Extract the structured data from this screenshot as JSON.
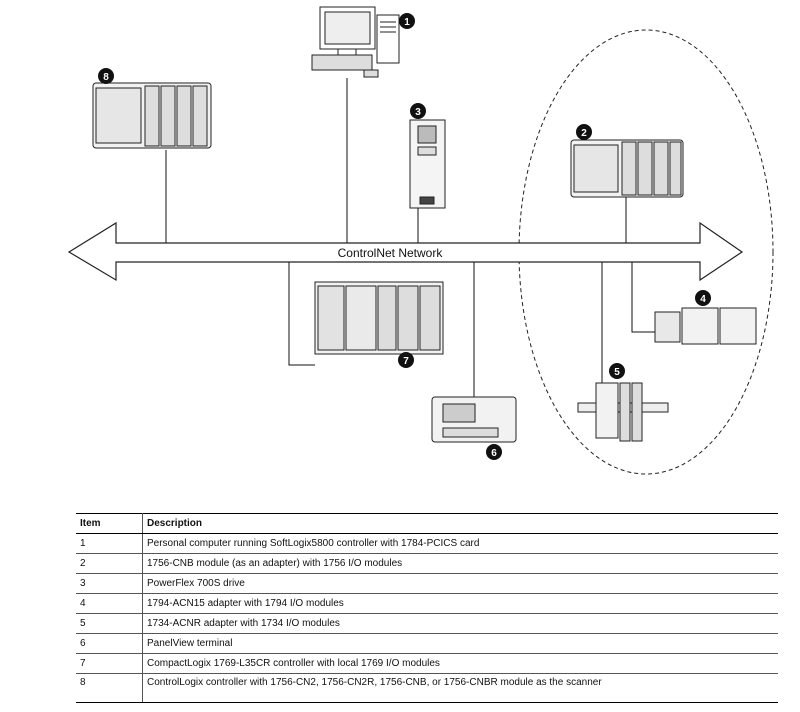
{
  "network": {
    "label": "ControlNet Network"
  },
  "badges": [
    "1",
    "2",
    "3",
    "4",
    "5",
    "6",
    "7",
    "8"
  ],
  "table": {
    "headers": {
      "item": "Item",
      "description": "Description"
    },
    "rows": [
      {
        "item": "1",
        "description": "Personal computer running SoftLogix5800 controller with 1784-PCICS card"
      },
      {
        "item": "2",
        "description": "1756-CNB module (as an adapter) with 1756 I/O modules"
      },
      {
        "item": "3",
        "description": "PowerFlex 700S drive"
      },
      {
        "item": "4",
        "description": "1794-ACN15 adapter with 1794 I/O modules"
      },
      {
        "item": "5",
        "description": "1734-ACNR adapter with 1734 I/O modules"
      },
      {
        "item": "6",
        "description": "PanelView terminal"
      },
      {
        "item": "7",
        "description": "CompactLogix 1769-L35CR controller with local 1769 I/O modules"
      },
      {
        "item": "8",
        "description": "ControlLogix controller with 1756-CN2, 1756-CN2R, 1756-CNB, or 1756-CNBR module as the scanner"
      }
    ]
  }
}
